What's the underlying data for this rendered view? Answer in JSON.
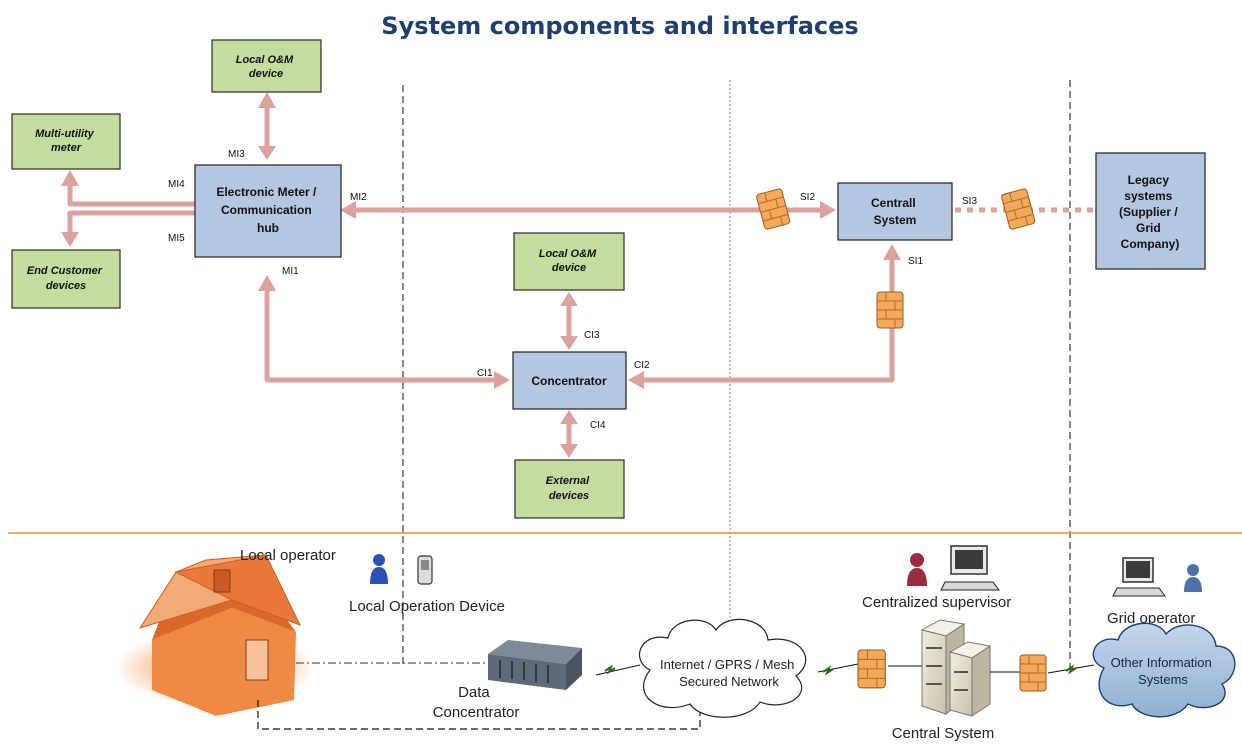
{
  "title": "System components and interfaces",
  "boxes": {
    "meter": [
      "Electronic Meter /",
      "Communication",
      "hub"
    ],
    "central": [
      "Centrall",
      "System"
    ],
    "concentrator": [
      "Concentrator"
    ],
    "legacy": [
      "Legacy",
      "systems",
      "(Supplier /",
      "Grid",
      "Company)"
    ],
    "om_top": [
      "Local O&M",
      "device"
    ],
    "multi": [
      "Multi-utility",
      "meter"
    ],
    "endcust": [
      "End Customer",
      "devices"
    ],
    "om_mid": [
      "Local O&M",
      "device"
    ],
    "external": [
      "External",
      "devices"
    ]
  },
  "interfaces": {
    "mi1": "MI1",
    "mi2": "MI2",
    "mi3": "MI3",
    "mi4": "MI4",
    "mi5": "MI5",
    "si1": "SI1",
    "si2": "SI2",
    "si3": "SI3",
    "ci1": "CI1",
    "ci2": "CI2",
    "ci3": "CI3",
    "ci4": "CI4"
  },
  "bottom": {
    "local_operator": "Local operator",
    "local_operation_device": "Local Operation Device",
    "data_concentrator": [
      "Data",
      "Concentrator"
    ],
    "network": [
      "Internet / GPRS / Mesh",
      "Secured Network"
    ],
    "centralized_supervisor": "Centralized supervisor",
    "central_system": "Central System",
    "grid_operator": "Grid operator",
    "other_systems": [
      "Other Information",
      "Systems"
    ]
  },
  "colors": {
    "title": "#1f3f6e",
    "box_blue": "#b4c6e0",
    "box_green": "#c5dc9f",
    "pipe": "#dca39e",
    "divider": "#ee8a3a",
    "firewall": "#f3a85a",
    "house_roof": "#e9793a",
    "cloud_dark": "#aac3dd"
  },
  "icons": [
    "firewall-icon",
    "house-icon",
    "user-icon",
    "computer-icon",
    "server-icon",
    "cloud-icon",
    "handheld-device-icon",
    "lightning-link-icon"
  ]
}
